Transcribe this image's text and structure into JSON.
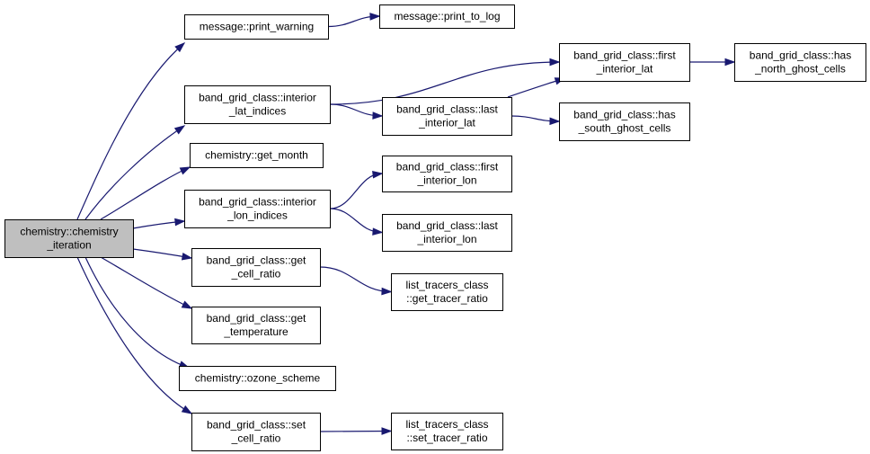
{
  "graph": {
    "nodes": {
      "chemistry_iteration": {
        "lines": [
          "chemistry::chemistry",
          "_iteration"
        ]
      },
      "print_warning": {
        "lines": [
          "message::print_warning"
        ]
      },
      "print_to_log": {
        "lines": [
          "message::print_to_log"
        ]
      },
      "interior_lat_indices": {
        "lines": [
          "band_grid_class::interior",
          "_lat_indices"
        ]
      },
      "first_interior_lat": {
        "lines": [
          "band_grid_class::first",
          "_interior_lat"
        ]
      },
      "has_north_ghost_cells": {
        "lines": [
          "band_grid_class::has",
          "_north_ghost_cells"
        ]
      },
      "last_interior_lat": {
        "lines": [
          "band_grid_class::last",
          "_interior_lat"
        ]
      },
      "has_south_ghost_cells": {
        "lines": [
          "band_grid_class::has",
          "_south_ghost_cells"
        ]
      },
      "get_month": {
        "lines": [
          "chemistry::get_month"
        ]
      },
      "interior_lon_indices": {
        "lines": [
          "band_grid_class::interior",
          "_lon_indices"
        ]
      },
      "first_interior_lon": {
        "lines": [
          "band_grid_class::first",
          "_interior_lon"
        ]
      },
      "last_interior_lon": {
        "lines": [
          "band_grid_class::last",
          "_interior_lon"
        ]
      },
      "get_cell_ratio": {
        "lines": [
          "band_grid_class::get",
          "_cell_ratio"
        ]
      },
      "get_tracer_ratio": {
        "lines": [
          "list_tracers_class",
          "::get_tracer_ratio"
        ]
      },
      "get_temperature": {
        "lines": [
          "band_grid_class::get",
          "_temperature"
        ]
      },
      "ozone_scheme": {
        "lines": [
          "chemistry::ozone_scheme"
        ]
      },
      "set_cell_ratio": {
        "lines": [
          "band_grid_class::set",
          "_cell_ratio"
        ]
      },
      "set_tracer_ratio": {
        "lines": [
          "list_tracers_class",
          "::set_tracer_ratio"
        ]
      }
    },
    "edges": [
      [
        "chemistry_iteration",
        "print_warning"
      ],
      [
        "chemistry_iteration",
        "interior_lat_indices"
      ],
      [
        "chemistry_iteration",
        "get_month"
      ],
      [
        "chemistry_iteration",
        "interior_lon_indices"
      ],
      [
        "chemistry_iteration",
        "get_cell_ratio"
      ],
      [
        "chemistry_iteration",
        "get_temperature"
      ],
      [
        "chemistry_iteration",
        "ozone_scheme"
      ],
      [
        "chemistry_iteration",
        "set_cell_ratio"
      ],
      [
        "print_warning",
        "print_to_log"
      ],
      [
        "interior_lat_indices",
        "first_interior_lat"
      ],
      [
        "interior_lat_indices",
        "last_interior_lat"
      ],
      [
        "first_interior_lat",
        "has_north_ghost_cells"
      ],
      [
        "last_interior_lat",
        "first_interior_lat"
      ],
      [
        "last_interior_lat",
        "has_south_ghost_cells"
      ],
      [
        "interior_lon_indices",
        "first_interior_lon"
      ],
      [
        "interior_lon_indices",
        "last_interior_lon"
      ],
      [
        "get_cell_ratio",
        "get_tracer_ratio"
      ],
      [
        "set_cell_ratio",
        "set_tracer_ratio"
      ]
    ]
  }
}
